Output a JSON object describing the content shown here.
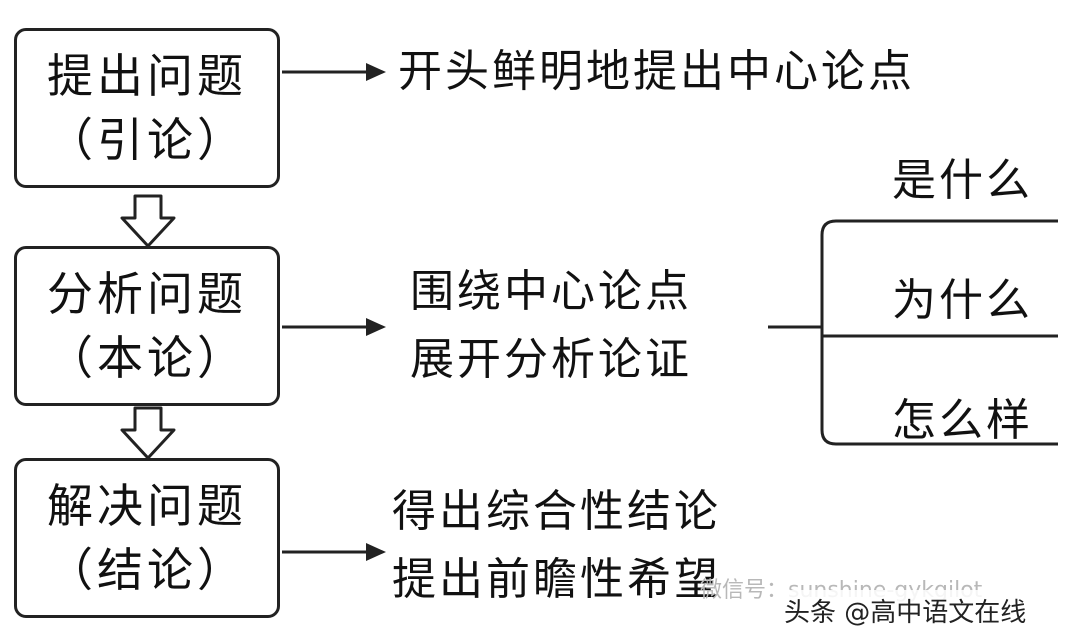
{
  "steps": [
    {
      "title": "提出问题",
      "subtitle": "（引论）",
      "description": [
        "开头鲜明地提出中心论点"
      ]
    },
    {
      "title": "分析问题",
      "subtitle": "（本论）",
      "description": [
        "围绕中心论点",
        "展开分析论证"
      ]
    },
    {
      "title": "解决问题",
      "subtitle": "（结论）",
      "description": [
        "得出综合性结论",
        "提出前瞻性希望"
      ]
    }
  ],
  "branches": [
    "是什么",
    "为什么",
    "怎么样"
  ],
  "watermark": {
    "wechat": "微信号：sunshine-gykgilot",
    "account": "头条 @高中语文在线"
  },
  "colors": {
    "line": "#222222",
    "text": "#111111",
    "watermark": "#b8b8b8"
  }
}
